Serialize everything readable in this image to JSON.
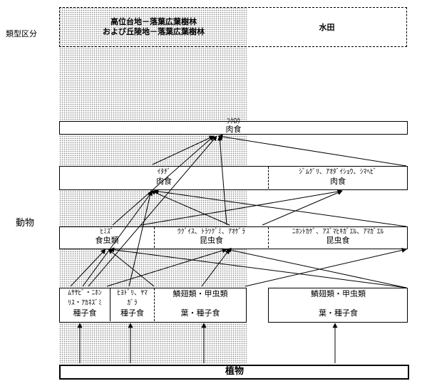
{
  "labels": {
    "category": "類型区分",
    "animals": "動物"
  },
  "header": {
    "left_line1": "高位台地－落葉広葉樹林",
    "left_line2": "および丘陵地－落葉広葉樹林",
    "right": "水田"
  },
  "tier1": {
    "fukurou_name": "ﾌｸﾛｳ",
    "fukurou_diet": "肉食"
  },
  "tier2": {
    "itachi_name": "ｲﾀﾁﾞ",
    "itachi_diet": "肉食",
    "snakes_name": "ｼﾞﾑｸﾞﾘ、ｱｵﾀﾞｲｼｮｳ、ｼﾏﾍﾋﾞ",
    "snakes_diet": "肉食"
  },
  "tier3": {
    "mole_name": "ﾋﾐｽﾞ",
    "mole_diet": "食虫類",
    "birds_name": "ｳｸﾞｲｽ、ﾄﾗﾂｸﾞﾐ、ｱｵｹﾞﾗ",
    "birds_diet": "昆虫食",
    "frogs_name": "ﾆﾎﾝﾄｶｹﾞ、ｱｽﾞﾏﾋｷｶﾞｴﾙ、ｱﾏｶﾞｴﾙ",
    "frogs_diet": "昆虫食"
  },
  "tier4": {
    "rodents_name1": "ﾑｻｻﾋﾞ・ﾆﾎﾝ",
    "rodents_name2": "ﾘｽ・ｱｶﾈｽﾞﾐ",
    "rodents_diet": "種子食",
    "passerine_name1": "ﾋﾖﾄﾞﾘ、ﾔﾏ",
    "passerine_name2": "ｶﾞﾗ",
    "passerine_diet": "種子食",
    "insects_forest_name": "鱗翅類・甲虫類",
    "insects_forest_diet": "葉・種子食",
    "insects_paddy_name": "鱗翅類・甲虫類",
    "insects_paddy_diet": "葉・種子食"
  },
  "plants": {
    "label": "植物"
  }
}
